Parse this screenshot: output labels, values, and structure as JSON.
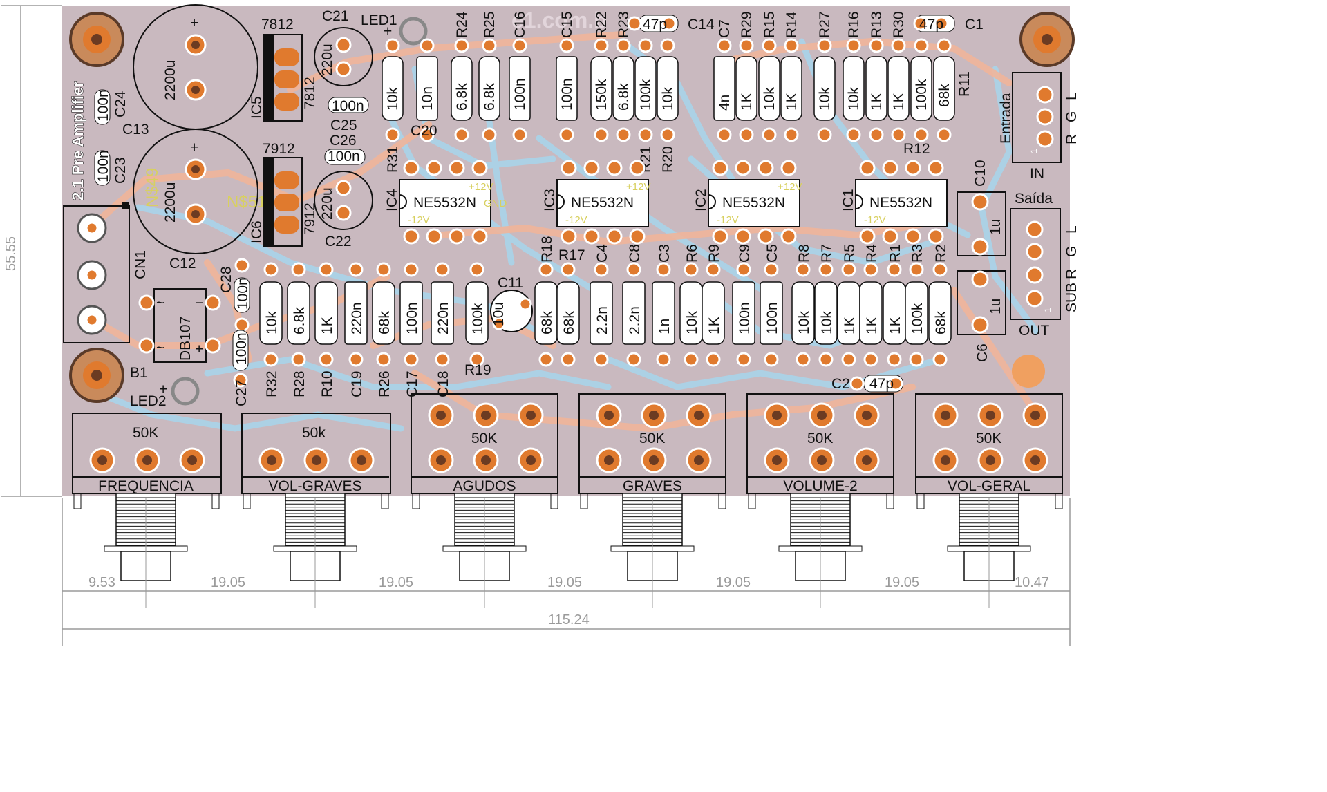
{
  "colors": {
    "board": "#c9b9bf",
    "top_copper": "#f0b59a",
    "bottom_copper": "#a9d4ea",
    "pad": "#e07a2e",
    "pad_hole": "#6b3b22",
    "silkscreen": "#ffffff",
    "dimension": "#9a9a9a",
    "net_label": "#d8d060"
  },
  "board_title": "2.1 Pre Amplifier",
  "watermark": "e1.com.b",
  "ics": [
    {
      "ref": "IC4",
      "part": "NE5532N",
      "plus": "+12V",
      "gnd": "GND",
      "minus": "-12V"
    },
    {
      "ref": "IC3",
      "part": "NE5532N",
      "plus": "+12V",
      "minus": "-12V"
    },
    {
      "ref": "IC2",
      "part": "NE5532N",
      "plus": "+12V",
      "minus": "-12V"
    },
    {
      "ref": "IC1",
      "part": "NE5532N",
      "minus": "-12V"
    }
  ],
  "regulators": [
    {
      "ref": "IC5",
      "part": "7812",
      "part2": "7812"
    },
    {
      "ref": "IC6",
      "part": "7912",
      "part2": "7912"
    }
  ],
  "big_caps": [
    {
      "ref": "C13",
      "value": "2200u",
      "plus": "+"
    },
    {
      "ref": "C12",
      "value": "2200u",
      "plus": "+"
    }
  ],
  "net_labels": [
    "N$49",
    "N$51"
  ],
  "top_row": [
    {
      "ref": "R31",
      "value": "10k"
    },
    {
      "ref": "C20",
      "value": "10n"
    },
    {
      "ref": "R24",
      "value": "6.8k"
    },
    {
      "ref": "R25",
      "value": "6.8k"
    },
    {
      "ref": "C16",
      "value": "100n"
    },
    {
      "ref": "C15",
      "value": "100n"
    },
    {
      "ref": "R22",
      "value": "150k"
    },
    {
      "ref": "R23",
      "value": "6.8k"
    },
    {
      "ref": "R21",
      "value": "100k"
    },
    {
      "ref": "R20",
      "value": "10k"
    },
    {
      "ref": "C7",
      "value": "4n"
    },
    {
      "ref": "R29",
      "value": "1K"
    },
    {
      "ref": "R15",
      "value": "10k"
    },
    {
      "ref": "R14",
      "value": "1K"
    },
    {
      "ref": "R27",
      "value": "10k"
    },
    {
      "ref": "R16",
      "value": "10k"
    },
    {
      "ref": "R13",
      "value": "1K"
    },
    {
      "ref": "R30",
      "value": "1K"
    },
    {
      "ref": "R12",
      "value": "100k"
    },
    {
      "ref": "R11",
      "value": "68k"
    }
  ],
  "top_small_caps": [
    {
      "ref": "C14",
      "value": "47p"
    },
    {
      "ref": "C1",
      "value": "47p"
    },
    {
      "ref": "C21",
      "value": "220u"
    },
    {
      "ref": "C22",
      "value": "220u"
    },
    {
      "ref": "C25",
      "value": "100n"
    },
    {
      "ref": "C26",
      "value": "100n"
    },
    {
      "ref": "C24",
      "value": "100n"
    },
    {
      "ref": "C23",
      "value": "100n"
    },
    {
      "ref": "C28",
      "value": "100n"
    },
    {
      "ref": "C27",
      "value": "100n"
    },
    {
      "ref": "C11",
      "value": "10u"
    },
    {
      "ref": "C2",
      "value": "47p"
    },
    {
      "ref": "C10",
      "value": "1u"
    },
    {
      "ref": "C6",
      "value": "1u"
    }
  ],
  "bottom_row": [
    {
      "ref": "R32",
      "value": "10k"
    },
    {
      "ref": "R28",
      "value": "6.8k"
    },
    {
      "ref": "R10",
      "value": "1K"
    },
    {
      "ref": "C19",
      "value": "220n"
    },
    {
      "ref": "R26",
      "value": "68k"
    },
    {
      "ref": "C17",
      "value": "100n"
    },
    {
      "ref": "C18",
      "value": "220n"
    },
    {
      "ref": "R19",
      "value": "100k"
    },
    {
      "ref": "R18",
      "value": "68k"
    },
    {
      "ref": "R17",
      "value": "68k"
    },
    {
      "ref": "C4",
      "value": "2.2n"
    },
    {
      "ref": "C8",
      "value": "2.2n"
    },
    {
      "ref": "C3",
      "value": "1n"
    },
    {
      "ref": "R6",
      "value": "10k"
    },
    {
      "ref": "R9",
      "value": "1K"
    },
    {
      "ref": "C9",
      "value": "100n"
    },
    {
      "ref": "C5",
      "value": "100n"
    },
    {
      "ref": "R8",
      "value": "10k"
    },
    {
      "ref": "R7",
      "value": "10k"
    },
    {
      "ref": "R5",
      "value": "1K"
    },
    {
      "ref": "R4",
      "value": "1K"
    },
    {
      "ref": "R1",
      "value": "1K"
    },
    {
      "ref": "R3",
      "value": "100k"
    },
    {
      "ref": "R2",
      "value": "68k"
    }
  ],
  "misc": {
    "led1": "LED1",
    "led2": "LED2",
    "bridge_ref": "B1",
    "bridge_part": "DB107",
    "cn1": "CN1",
    "input_title": "Entrada",
    "input_in": "IN",
    "input_pins": [
      "L",
      "G",
      "R"
    ],
    "output_title": "Saída",
    "output_out": "OUT",
    "output_pins": [
      "L",
      "G",
      "R",
      "SUB"
    ],
    "plus": "+",
    "minus": "−",
    "ac": "~",
    "pin1": "1"
  },
  "pots": [
    {
      "value": "50K",
      "label": "FREQUENCIA"
    },
    {
      "value": "50k",
      "label": "VOL-GRAVES"
    },
    {
      "value": "50K",
      "label": "AGUDOS"
    },
    {
      "value": "50K",
      "label": "GRAVES"
    },
    {
      "value": "50K",
      "label": "VOLUME-2"
    },
    {
      "value": "50K",
      "label": "VOL-GERAL"
    }
  ],
  "dimensions": {
    "height": "55.55",
    "segments": [
      "9.53",
      "19.05",
      "19.05",
      "19.05",
      "19.05",
      "19.05",
      "10.47"
    ],
    "total": "115.24"
  }
}
